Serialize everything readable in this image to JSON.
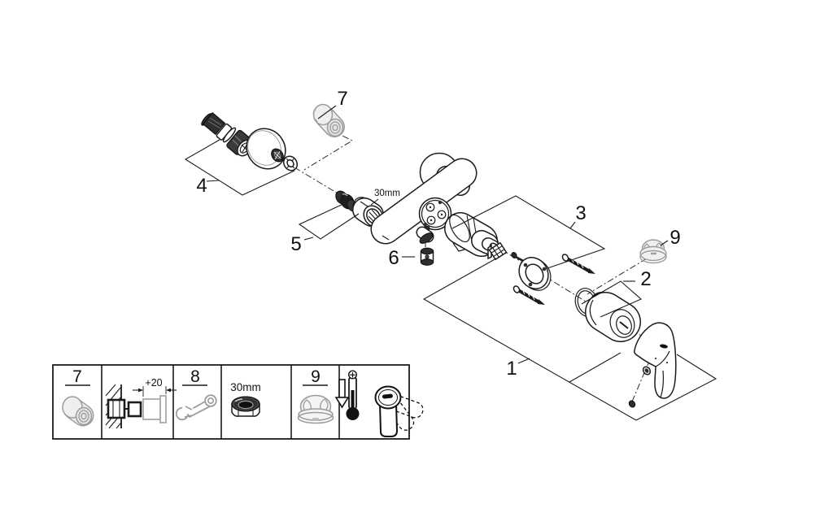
{
  "diagram": {
    "type": "exploded-parts-diagram",
    "callouts": {
      "1": "1",
      "2": "2",
      "3": "3",
      "4": "4",
      "5": "5",
      "6": "6",
      "7": "7",
      "9": "9"
    },
    "annotations": {
      "nut_size": "30mm"
    },
    "legend": {
      "cells": [
        {
          "ref": "7",
          "icon": "cap-nut-icon"
        },
        {
          "icon": "wall-extension-icon",
          "dimension": "+20"
        },
        {
          "ref": "8",
          "icon": "open-end-wrench-icon"
        },
        {
          "label": "30mm",
          "icon": "nut-30mm-icon"
        },
        {
          "ref": "9",
          "icon": "dome-cap-icon"
        },
        {
          "icon": "temperature-limit-handle-icon"
        }
      ]
    },
    "colors": {
      "line": "#1b1b1b",
      "muted": "#9c9c9c",
      "dark_fill": "#2e2e2e",
      "background": "#ffffff"
    }
  }
}
